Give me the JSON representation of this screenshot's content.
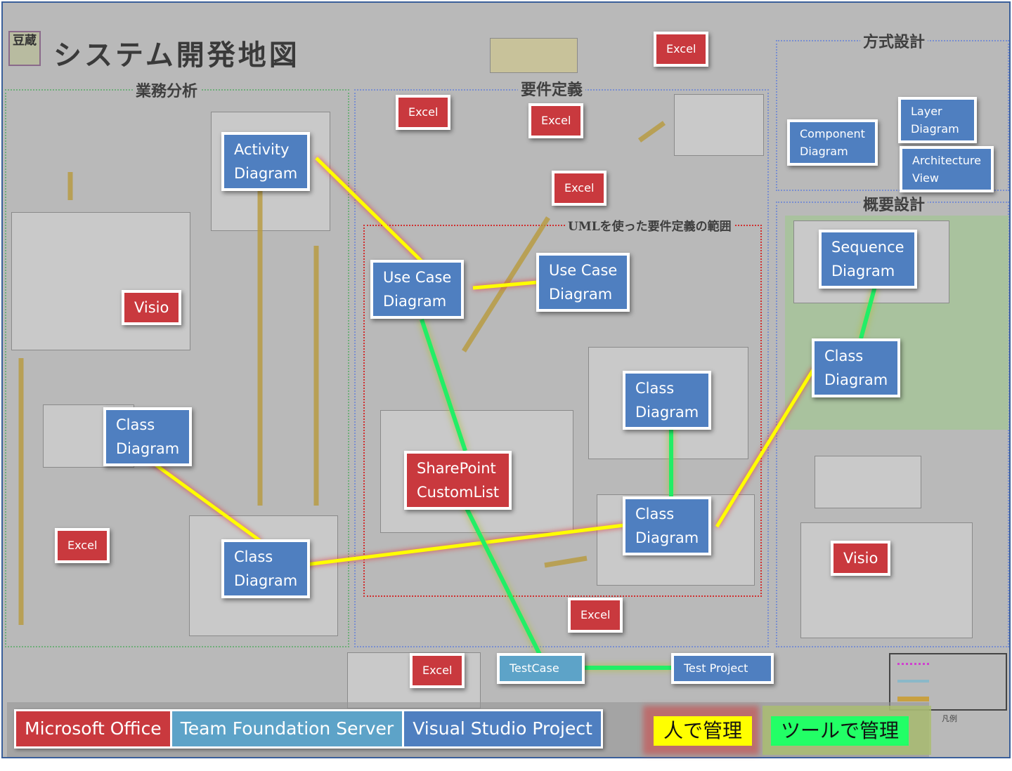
{
  "title": "システム開発地図",
  "logo": "豆蔵",
  "sections": {
    "business": "業務分析",
    "requirements": "要件定義",
    "architecture": "方式設計",
    "overview": "概要設計",
    "uml_scope": "UMLを使った要件定義の範囲"
  },
  "boxes": {
    "activity": "Activity\nDiagram",
    "usecase1": "Use Case\nDiagram",
    "usecase2": "Use Case\nDiagram",
    "class_left": "Class\nDiagram",
    "class_bottom": "Class\nDiagram",
    "class_mid": "Class\nDiagram",
    "class_mid2": "Class\nDiagram",
    "class_right": "Class\nDiagram",
    "sequence": "Sequence\nDiagram",
    "component": "Component\nDiagram",
    "layer": "Layer\nDiagram",
    "architecture": "Architecture\nView",
    "sharepoint": "SharePoint\nCustomList",
    "visio1": "Visio",
    "visio2": "Visio",
    "excel": "Excel",
    "testcase": "TestCase",
    "testproject": "Test Project"
  },
  "legend": {
    "office": "Microsoft Office",
    "tfs": "Team  Foundation Server",
    "vs": "Visual Studio Project",
    "human": "人で管理",
    "tool": "ツールで管理",
    "hanrei": "凡例"
  },
  "colors": {
    "office": "#c9393e",
    "tfs": "#5da3c8",
    "vs": "#4f7fc0",
    "human": "#ffff00",
    "tool": "#22ff66"
  }
}
